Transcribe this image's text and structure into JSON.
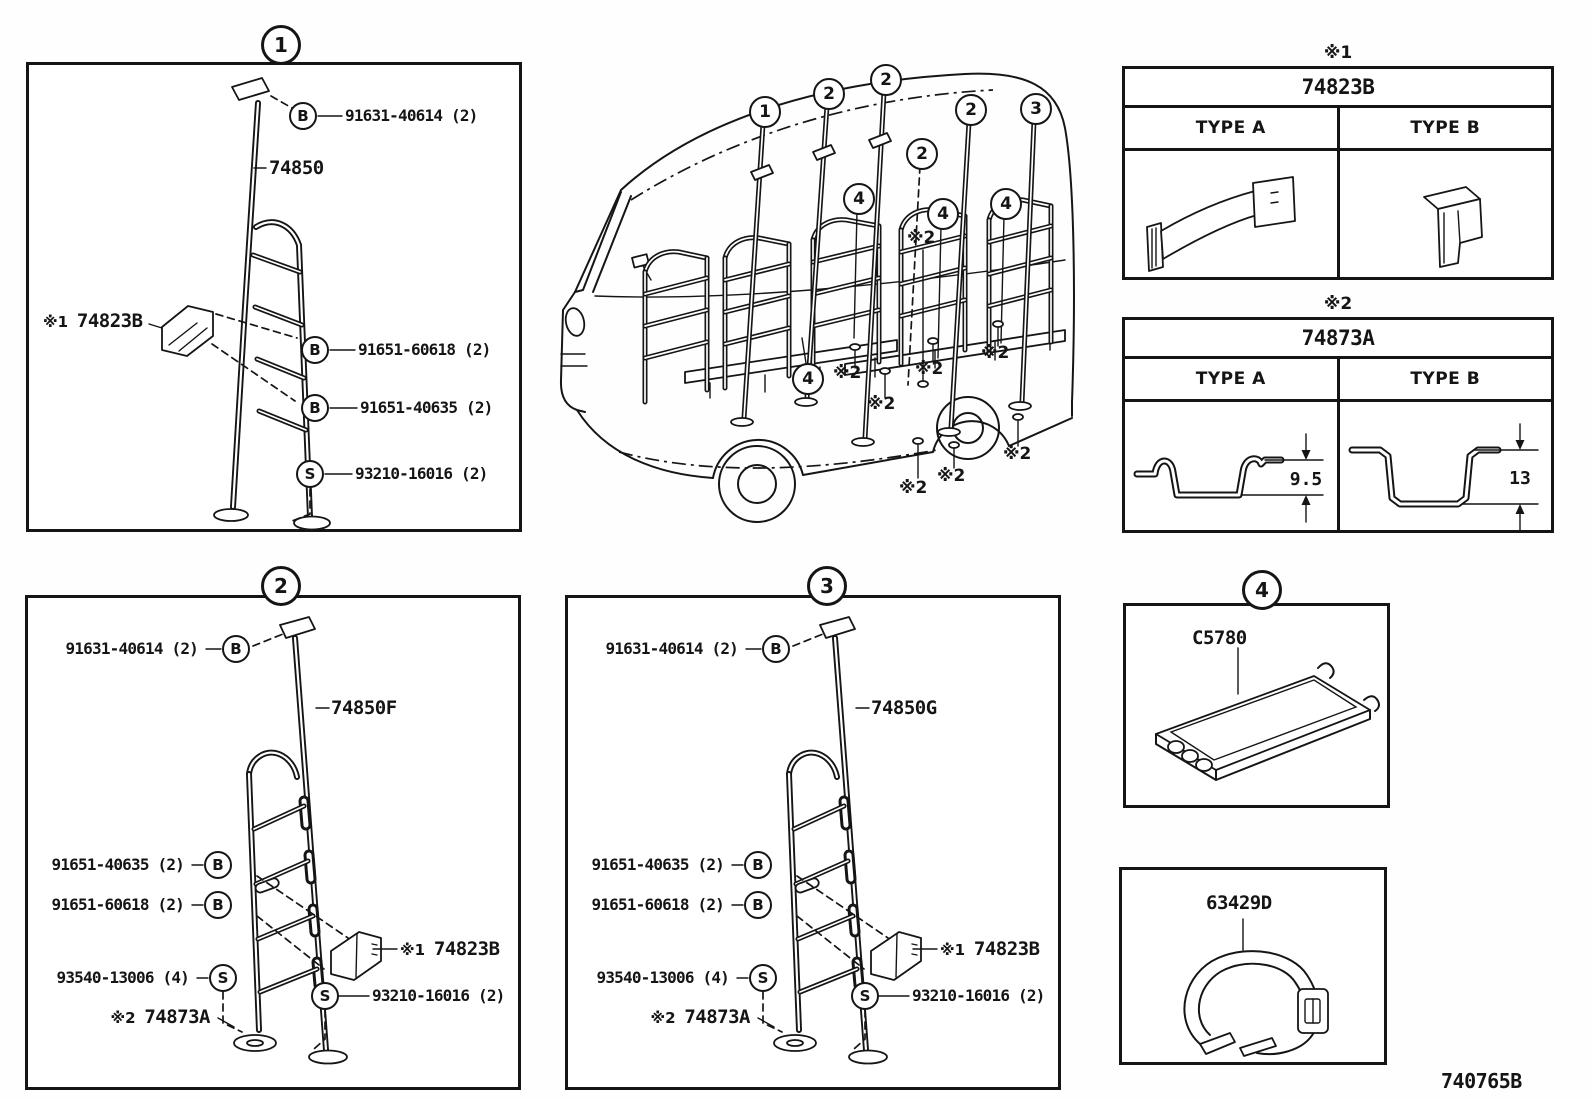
{
  "sheet": {
    "drawing_number": "740765B"
  },
  "panel1": {
    "number": "1",
    "part": "74850",
    "bolt_top": {
      "sym": "B",
      "label": "91631-40614 (2)"
    },
    "bracket_ref": "※1",
    "bracket_part": "74823B",
    "bolt_mid": {
      "sym": "B",
      "label": "91651-60618 (2)"
    },
    "bolt_low": {
      "sym": "B",
      "label": "91651-40635 (2)"
    },
    "screw": {
      "sym": "S",
      "label": "93210-16016 (2)"
    }
  },
  "panel2": {
    "number": "2",
    "part": "74850F",
    "bolt_top": {
      "sym": "B",
      "label": "91631-40614 (2)"
    },
    "bolt_mid": {
      "sym": "B",
      "label": "91651-40635 (2)"
    },
    "bolt_low": {
      "sym": "B",
      "label": "91651-60618 (2)"
    },
    "bracket_ref": "※1",
    "bracket_part": "74823B",
    "screw_small": {
      "sym": "S",
      "label": "93540-13006 (4)"
    },
    "plate_ref": "※2",
    "plate_part": "74873A",
    "screw": {
      "sym": "S",
      "label": "93210-16016 (2)"
    }
  },
  "panel3": {
    "number": "3",
    "part": "74850G",
    "bolt_top": {
      "sym": "B",
      "label": "91631-40614 (2)"
    },
    "bolt_mid": {
      "sym": "B",
      "label": "91651-40635 (2)"
    },
    "bolt_low": {
      "sym": "B",
      "label": "91651-60618 (2)"
    },
    "bracket_ref": "※1",
    "bracket_part": "74823B",
    "screw_small": {
      "sym": "S",
      "label": "93540-13006 (4)"
    },
    "plate_ref": "※2",
    "plate_part": "74873A",
    "screw": {
      "sym": "S",
      "label": "93210-16016 (2)"
    }
  },
  "panel4": {
    "number": "4",
    "part": "C5780"
  },
  "strap_panel": {
    "part": "63429D"
  },
  "table1": {
    "ref": "※1",
    "part": "74823B",
    "col_a": "TYPE A",
    "col_b": "TYPE B"
  },
  "table2": {
    "ref": "※2",
    "part": "74873A",
    "col_a": "TYPE A",
    "col_b": "TYPE B",
    "dim_a": "9.5",
    "dim_b": "13"
  },
  "van": {
    "c1": "1",
    "c2": "2",
    "c3": "3",
    "c4": "4",
    "ref2": "※2"
  }
}
